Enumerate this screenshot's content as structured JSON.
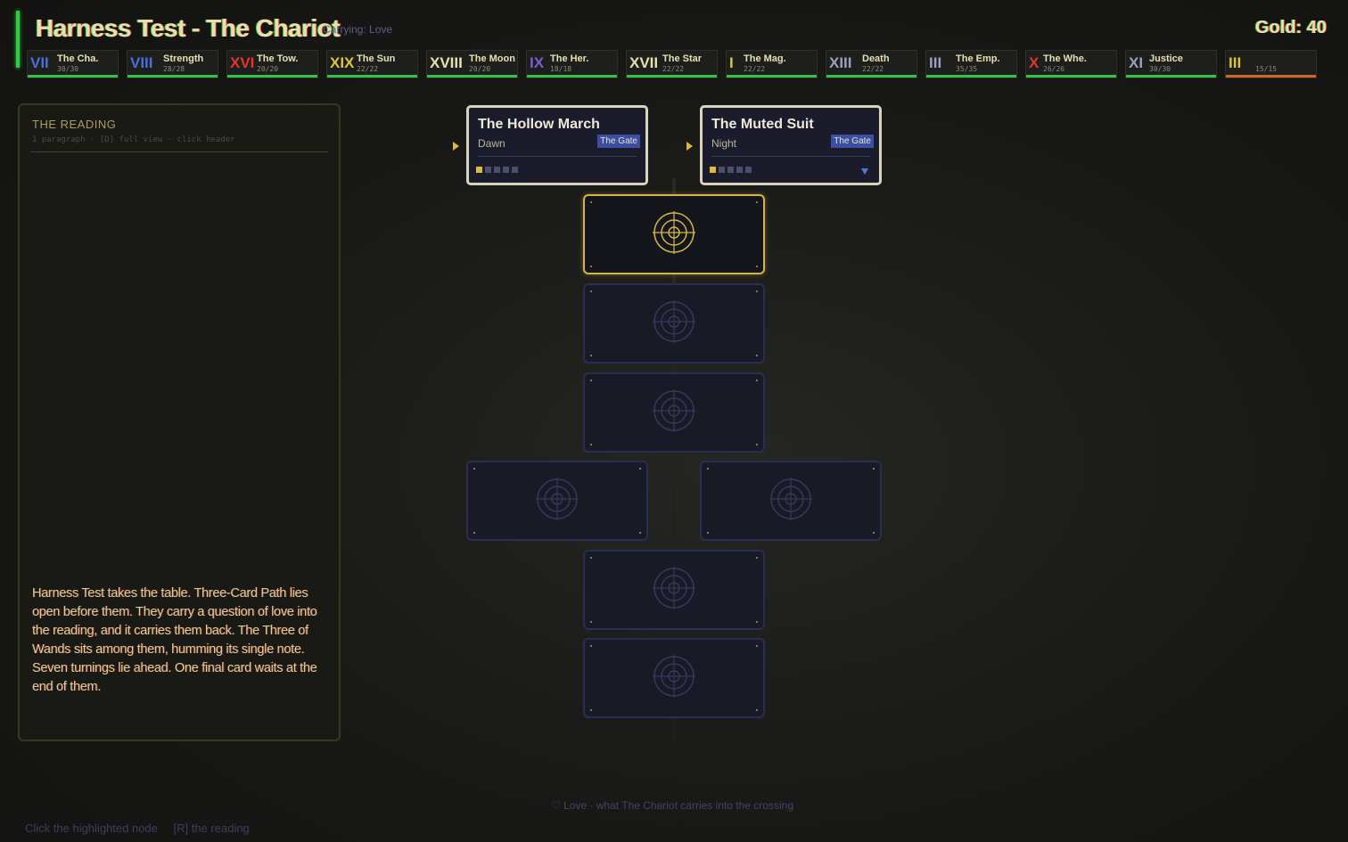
{
  "header": {
    "title": "Harness Test - The Chariot",
    "carrying": "Carrying: Love",
    "gold": "Gold: 40"
  },
  "party": [
    {
      "numeral": "VII",
      "name": "The Cha.",
      "hp": "30/30",
      "color": "#4a6fd6"
    },
    {
      "numeral": "VIII",
      "name": "Strength",
      "hp": "28/28",
      "color": "#4a6fd6"
    },
    {
      "numeral": "XVI",
      "name": "The Tow.",
      "hp": "20/20",
      "color": "#e0362c"
    },
    {
      "numeral": "XIX",
      "name": "The Sun",
      "hp": "22/22",
      "color": "#d8c640"
    },
    {
      "numeral": "XVIII",
      "name": "The Moon",
      "hp": "20/20",
      "color": "#e6e0b0"
    },
    {
      "numeral": "IX",
      "name": "The Her.",
      "hp": "18/18",
      "color": "#7a5cd6"
    },
    {
      "numeral": "XVII",
      "name": "The Star",
      "hp": "22/22",
      "color": "#e6e0b0"
    },
    {
      "numeral": "I",
      "name": "The Mag.",
      "hp": "22/22",
      "color": "#d8c640"
    },
    {
      "numeral": "XIII",
      "name": "Death",
      "hp": "22/22",
      "color": "#9aa0c0"
    },
    {
      "numeral": "III",
      "name": "The Emp.",
      "hp": "35/35",
      "color": "#9aa0c0"
    },
    {
      "numeral": "X",
      "name": "The Whe.",
      "hp": "26/26",
      "color": "#e0362c"
    },
    {
      "numeral": "XI",
      "name": "Justice",
      "hp": "30/30",
      "color": "#9aa0c0"
    },
    {
      "numeral": "III",
      "name": "",
      "hp": "15/15",
      "color": "#d8c640"
    }
  ],
  "reading": {
    "heading": "THE READING",
    "subheading": "1 paragraph · [D] full view · click header",
    "text": "Harness Test takes the table. Three-Card Path lies open before them. They carry a question of love into the reading, and it carries them back. The Three of Wands sits among them, humming its single note. Seven turnings lie ahead. One final card waits at the end of them."
  },
  "choices": [
    {
      "name": "The Hollow March",
      "time": "Dawn",
      "badge": "The Gate",
      "pips_on": 1,
      "pips_total": 5
    },
    {
      "name": "The Muted Suit",
      "time": "Night",
      "badge": "The Gate",
      "pips_on": 1,
      "pips_total": 5
    }
  ],
  "footer": {
    "line": "♡ Love · what The Chariot carries into the crossing",
    "hint": "Click the highlighted node",
    "hint_key": "[R] the reading"
  }
}
